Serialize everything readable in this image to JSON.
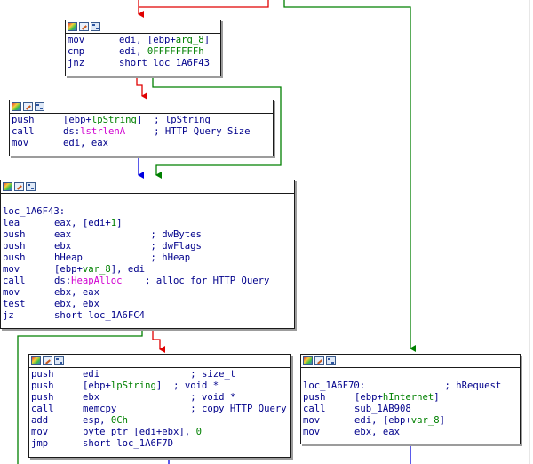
{
  "blocks": [
    {
      "id": "b1",
      "lines": [
        {
          "m": "mov",
          "parts": [
            {
              "t": "edi, [ebp+",
              "c": "op"
            },
            {
              "t": "arg_8",
              "c": "num"
            },
            {
              "t": "]",
              "c": "op"
            }
          ]
        },
        {
          "m": "cmp",
          "parts": [
            {
              "t": "edi, ",
              "c": "op"
            },
            {
              "t": "0FFFFFFFFh",
              "c": "num"
            }
          ]
        },
        {
          "m": "jnz",
          "parts": [
            {
              "t": "short loc_1A6F43",
              "c": "op"
            }
          ]
        }
      ]
    },
    {
      "id": "b2",
      "lines": [
        {
          "m": "push",
          "parts": [
            {
              "t": "[ebp+",
              "c": "op"
            },
            {
              "t": "lpString",
              "c": "num"
            },
            {
              "t": "]  ",
              "c": "op"
            },
            {
              "t": "; lpString",
              "c": "cm"
            }
          ]
        },
        {
          "m": "call",
          "parts": [
            {
              "t": "ds:",
              "c": "op"
            },
            {
              "t": "lstrlenA",
              "c": "ext"
            },
            {
              "t": "     ",
              "c": "op"
            },
            {
              "t": "; HTTP Query Size",
              "c": "cm"
            }
          ]
        },
        {
          "m": "mov",
          "parts": [
            {
              "t": "edi, eax",
              "c": "op"
            }
          ]
        }
      ]
    },
    {
      "id": "b3",
      "lines": [
        {
          "m": "",
          "parts": []
        },
        {
          "m": "",
          "parts": [
            {
              "t": "loc_1A6F43:",
              "c": "op"
            }
          ]
        },
        {
          "m": "lea",
          "parts": [
            {
              "t": "eax, [edi+",
              "c": "op"
            },
            {
              "t": "1",
              "c": "num"
            },
            {
              "t": "]",
              "c": "op"
            }
          ]
        },
        {
          "m": "push",
          "parts": [
            {
              "t": "eax              ",
              "c": "op"
            },
            {
              "t": "; dwBytes",
              "c": "cm"
            }
          ]
        },
        {
          "m": "push",
          "parts": [
            {
              "t": "ebx              ",
              "c": "op"
            },
            {
              "t": "; dwFlags",
              "c": "cm"
            }
          ]
        },
        {
          "m": "push",
          "parts": [
            {
              "t": "hHeap            ",
              "c": "op"
            },
            {
              "t": "; hHeap",
              "c": "cm"
            }
          ]
        },
        {
          "m": "mov",
          "parts": [
            {
              "t": "[ebp+",
              "c": "op"
            },
            {
              "t": "var_8",
              "c": "num"
            },
            {
              "t": "], edi",
              "c": "op"
            }
          ]
        },
        {
          "m": "call",
          "parts": [
            {
              "t": "ds:",
              "c": "op"
            },
            {
              "t": "HeapAlloc",
              "c": "ext"
            },
            {
              "t": "    ",
              "c": "op"
            },
            {
              "t": "; alloc for HTTP Query",
              "c": "cm"
            }
          ]
        },
        {
          "m": "mov",
          "parts": [
            {
              "t": "ebx, eax",
              "c": "op"
            }
          ]
        },
        {
          "m": "test",
          "parts": [
            {
              "t": "ebx, ebx",
              "c": "op"
            }
          ]
        },
        {
          "m": "jz",
          "parts": [
            {
              "t": "short loc_1A6FC4",
              "c": "op"
            }
          ]
        }
      ]
    },
    {
      "id": "b4",
      "lines": [
        {
          "m": "push",
          "parts": [
            {
              "t": "edi                ",
              "c": "op"
            },
            {
              "t": "; size_t",
              "c": "cm"
            }
          ]
        },
        {
          "m": "push",
          "parts": [
            {
              "t": "[ebp+",
              "c": "op"
            },
            {
              "t": "lpString",
              "c": "num"
            },
            {
              "t": "]  ",
              "c": "op"
            },
            {
              "t": "; void *",
              "c": "cm"
            }
          ]
        },
        {
          "m": "push",
          "parts": [
            {
              "t": "ebx                ",
              "c": "op"
            },
            {
              "t": "; void *",
              "c": "cm"
            }
          ]
        },
        {
          "m": "call",
          "parts": [
            {
              "t": "memcpy             ",
              "c": "op"
            },
            {
              "t": "; copy HTTP Query",
              "c": "cm"
            }
          ]
        },
        {
          "m": "add",
          "parts": [
            {
              "t": "esp, ",
              "c": "op"
            },
            {
              "t": "0Ch",
              "c": "num"
            }
          ]
        },
        {
          "m": "mov",
          "parts": [
            {
              "t": "byte ptr [edi+ebx], ",
              "c": "op"
            },
            {
              "t": "0",
              "c": "num"
            }
          ]
        },
        {
          "m": "jmp",
          "parts": [
            {
              "t": "short loc_1A6F7D",
              "c": "op"
            }
          ]
        }
      ]
    },
    {
      "id": "b5",
      "lines": [
        {
          "m": "",
          "parts": []
        },
        {
          "m": "",
          "parts": [
            {
              "t": "loc_1A6F70:              ",
              "c": "op"
            },
            {
              "t": "; hRequest",
              "c": "cm"
            }
          ]
        },
        {
          "m": "push",
          "parts": [
            {
              "t": "[ebp+",
              "c": "op"
            },
            {
              "t": "hInternet",
              "c": "num"
            },
            {
              "t": "]",
              "c": "op"
            }
          ]
        },
        {
          "m": "call",
          "parts": [
            {
              "t": "sub_1AB908",
              "c": "op"
            }
          ]
        },
        {
          "m": "mov",
          "parts": [
            {
              "t": "edi, [ebp+",
              "c": "op"
            },
            {
              "t": "var_8",
              "c": "num"
            },
            {
              "t": "]",
              "c": "op"
            }
          ]
        },
        {
          "m": "mov",
          "parts": [
            {
              "t": "ebx, eax",
              "c": "op"
            }
          ]
        }
      ]
    }
  ],
  "colors": {
    "true_edge": "#008000",
    "false_edge": "#e00000",
    "uncond_edge": "#0000e0",
    "text": "#00008b",
    "number": "#008000",
    "import": "#d000d0"
  },
  "titlebar_icons": [
    "graph-color-icon",
    "edit-node-icon",
    "graph-overview-icon"
  ]
}
